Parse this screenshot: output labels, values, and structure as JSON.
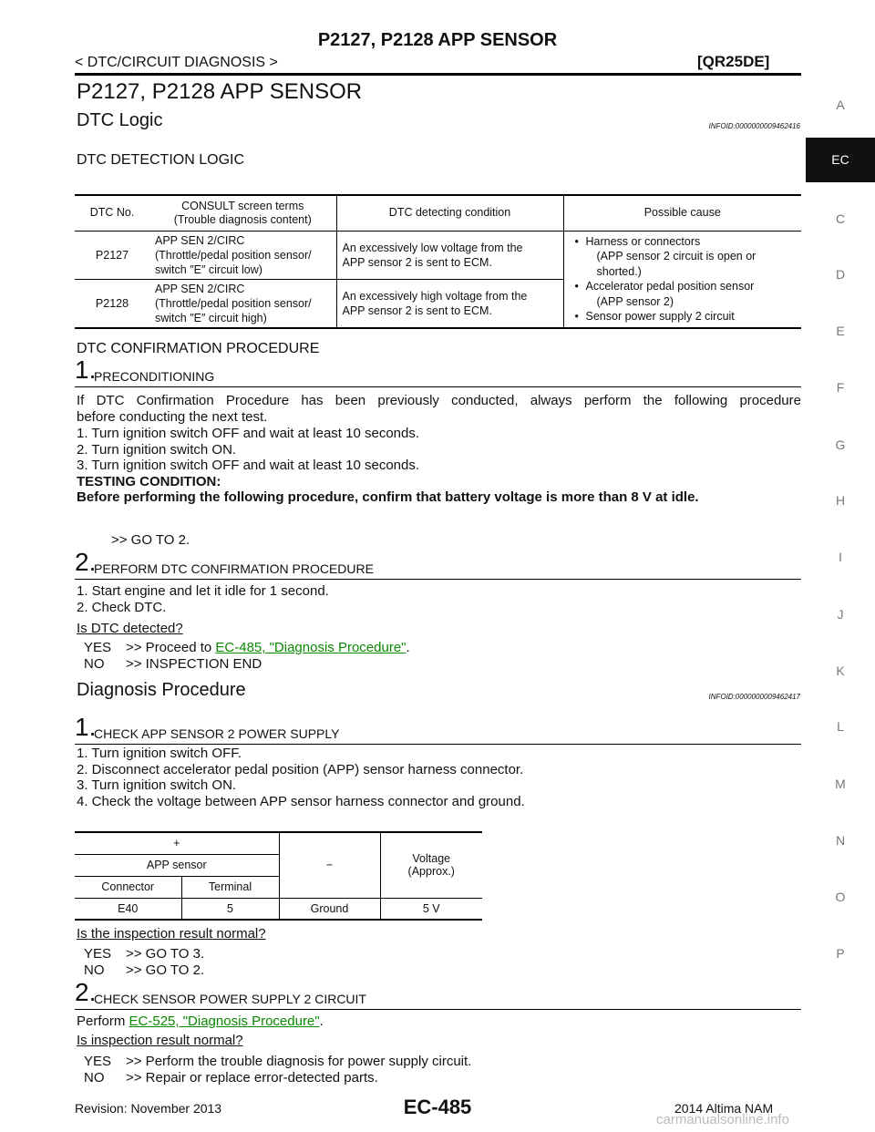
{
  "header": {
    "title": "P2127, P2128 APP SENSOR",
    "section": "< DTC/CIRCUIT DIAGNOSIS >",
    "engine": "[QR25DE]"
  },
  "side_index": {
    "letters": [
      "A",
      "EC",
      "C",
      "D",
      "E",
      "F",
      "G",
      "H",
      "I",
      "J",
      "K",
      "L",
      "M",
      "N",
      "O",
      "P"
    ],
    "active": "EC"
  },
  "main_title": "P2127, P2128 APP SENSOR",
  "dtc_logic": {
    "heading": "DTC Logic",
    "infoid": "INFOID:0000000009462416",
    "detection_heading": "DTC DETECTION LOGIC",
    "table": {
      "headers": [
        "DTC No.",
        "CONSULT screen terms",
        "(Trouble diagnosis content)",
        "DTC detecting condition",
        "Possible cause"
      ],
      "rows": [
        {
          "dtc": "P2127",
          "term1": "APP SEN 2/CIRC",
          "term2": "(Throttle/pedal position sensor/",
          "term3": "switch ″E″ circuit low)",
          "cond1": "An excessively low voltage from the",
          "cond2": "APP sensor 2 is sent to ECM."
        },
        {
          "dtc": "P2128",
          "term1": "APP SEN 2/CIRC",
          "term2": "(Throttle/pedal position sensor/",
          "term3": "switch ″E″ circuit high)",
          "cond1": "An excessively high voltage from the",
          "cond2": "APP sensor 2 is sent to ECM."
        }
      ],
      "causes": {
        "c1": "Harness or connectors",
        "c1_sub": "(APP sensor 2 circuit is open or shorted.)",
        "c2": "Accelerator pedal position sensor",
        "c2_sub": "(APP sensor 2)",
        "c3": "Sensor power supply 2 circuit"
      }
    }
  },
  "confirmation": {
    "heading": "DTC CONFIRMATION PROCEDURE",
    "step1": {
      "num": "1.",
      "label": "PRECONDITIONING",
      "intro1": "If DTC Confirmation Procedure has been previously conducted, always perform the following procedure",
      "intro2": "before conducting the next test.",
      "items": [
        "1. Turn ignition switch OFF and wait at least 10 seconds.",
        "2. Turn ignition switch ON.",
        "3. Turn ignition switch OFF and wait at least 10 seconds."
      ],
      "testing_label": "TESTING CONDITION:",
      "testing_text": "Before performing the following procedure, confirm that battery voltage is more than 8 V at idle.",
      "goto": ">> GO TO 2."
    },
    "step2": {
      "num": "2.",
      "label": "PERFORM DTC CONFIRMATION PROCEDURE",
      "items": [
        "1. Start engine and let it idle for 1 second.",
        "2. Check DTC."
      ],
      "question": "Is DTC detected?",
      "yes_key": "YES",
      "yes_text": ">> Proceed to ",
      "yes_link": "EC-485, \"Diagnosis Procedure\"",
      "yes_end": ".",
      "no_key": "NO",
      "no_text": ">> INSPECTION END"
    }
  },
  "diagnosis": {
    "heading": "Diagnosis Procedure",
    "infoid": "INFOID:0000000009462417",
    "step1": {
      "num": "1.",
      "label": "CHECK APP SENSOR 2 POWER SUPPLY",
      "items": [
        "1. Turn ignition switch OFF.",
        "2. Disconnect accelerator pedal position (APP) sensor harness connector.",
        "3. Turn ignition switch ON.",
        "4. Check the voltage between APP sensor harness connector and ground."
      ],
      "table": {
        "plus": "+",
        "minus": "−",
        "voltage": "Voltage",
        "approx": "(Approx.)",
        "app_sensor": "APP sensor",
        "connector": "Connector",
        "terminal": "Terminal",
        "row": [
          "E40",
          "5",
          "Ground",
          "5 V"
        ]
      },
      "question": "Is the inspection result normal?",
      "yes_key": "YES",
      "yes_text": ">> GO TO 3.",
      "no_key": "NO",
      "no_text": ">> GO TO 2."
    },
    "step2": {
      "num": "2.",
      "label": "CHECK SENSOR POWER SUPPLY 2 CIRCUIT",
      "perform": "Perform ",
      "link": "EC-525, \"Diagnosis Procedure\"",
      "perform_end": ".",
      "question": "Is inspection result normal?",
      "yes_key": "YES",
      "yes_text": ">> Perform the trouble diagnosis for power supply circuit.",
      "no_key": "NO",
      "no_text": ">> Repair or replace error-detected parts."
    }
  },
  "footer": {
    "revision": "Revision: November 2013",
    "page": "EC-485",
    "model": "2014 Altima NAM",
    "watermark": "carmanualsonline.info"
  }
}
